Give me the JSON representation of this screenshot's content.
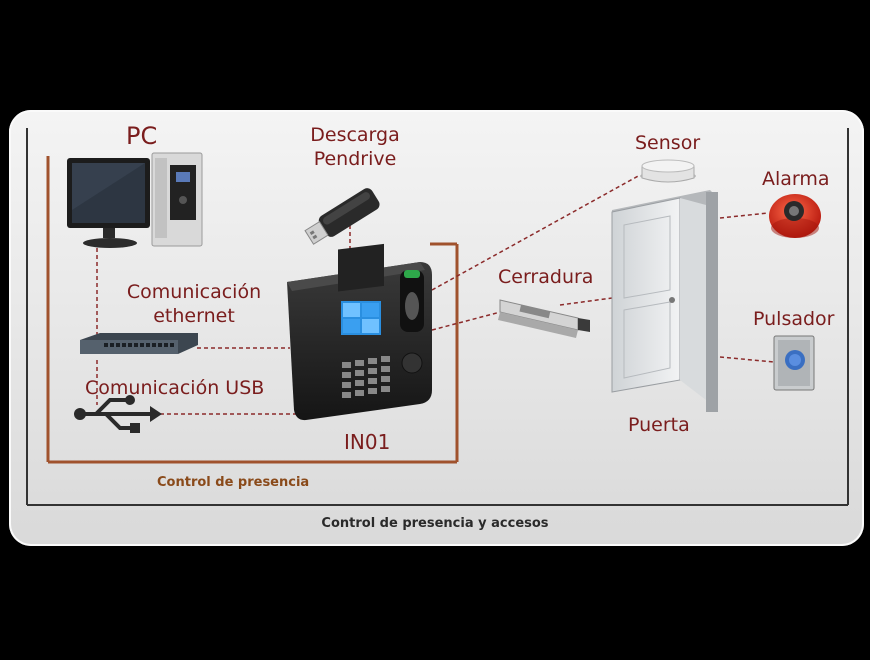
{
  "labels": {
    "pc": "PC",
    "descarga_1": "Descarga",
    "descarga_2": "Pendrive",
    "sensor": "Sensor",
    "alarma": "Alarma",
    "cerradura": "Cerradura",
    "pulsador": "Pulsador",
    "puerta": "Puerta",
    "ethernet_1": "Comunicación",
    "ethernet_2": "ethernet",
    "usb": "Comunicación USB",
    "device": "IN01",
    "presence_box": "Control de presencia",
    "caption": "Control de presencia y accesos"
  },
  "colors": {
    "label_red": "#7a1d1d",
    "presence_orange": "#8a4a1a",
    "presence_frame": "#a0522d",
    "connector": "#8b2a2a"
  }
}
